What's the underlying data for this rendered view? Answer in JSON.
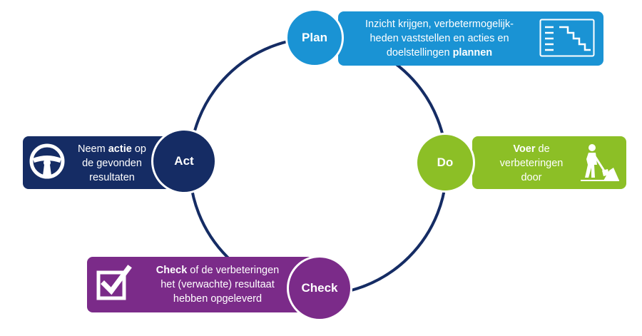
{
  "colors": {
    "plan": "#1a93d4",
    "do": "#8cbf26",
    "check": "#7b2b89",
    "act": "#152c64",
    "ring": "#152c64"
  },
  "cycle": {
    "plan": {
      "label": "Plan",
      "text_1": "Inzicht krijgen, verbetermogelijk-",
      "text_2": "heden vaststellen en acties en",
      "text_3_plain": "doelstellingen ",
      "text_3_bold": "plannen",
      "icon": "process-steps-icon"
    },
    "do": {
      "label": "Do",
      "text_1_bold": "Voer",
      "text_1_plain": " de",
      "text_2": "verbeteringen",
      "text_3": "door",
      "icon": "worker-shovel-icon"
    },
    "check": {
      "label": "Check",
      "text_1_bold": "Check",
      "text_1_plain": " of de verbeteringen",
      "text_2": "het (verwachte) resultaat",
      "text_3": "hebben opgeleverd",
      "icon": "checkbox-checked-icon"
    },
    "act": {
      "label": "Act",
      "text_1_plain": "Neem ",
      "text_1_bold": "actie",
      "text_1_plain2": " op",
      "text_2": "de gevonden",
      "text_3": "resultaten",
      "icon": "steering-wheel-icon"
    }
  }
}
